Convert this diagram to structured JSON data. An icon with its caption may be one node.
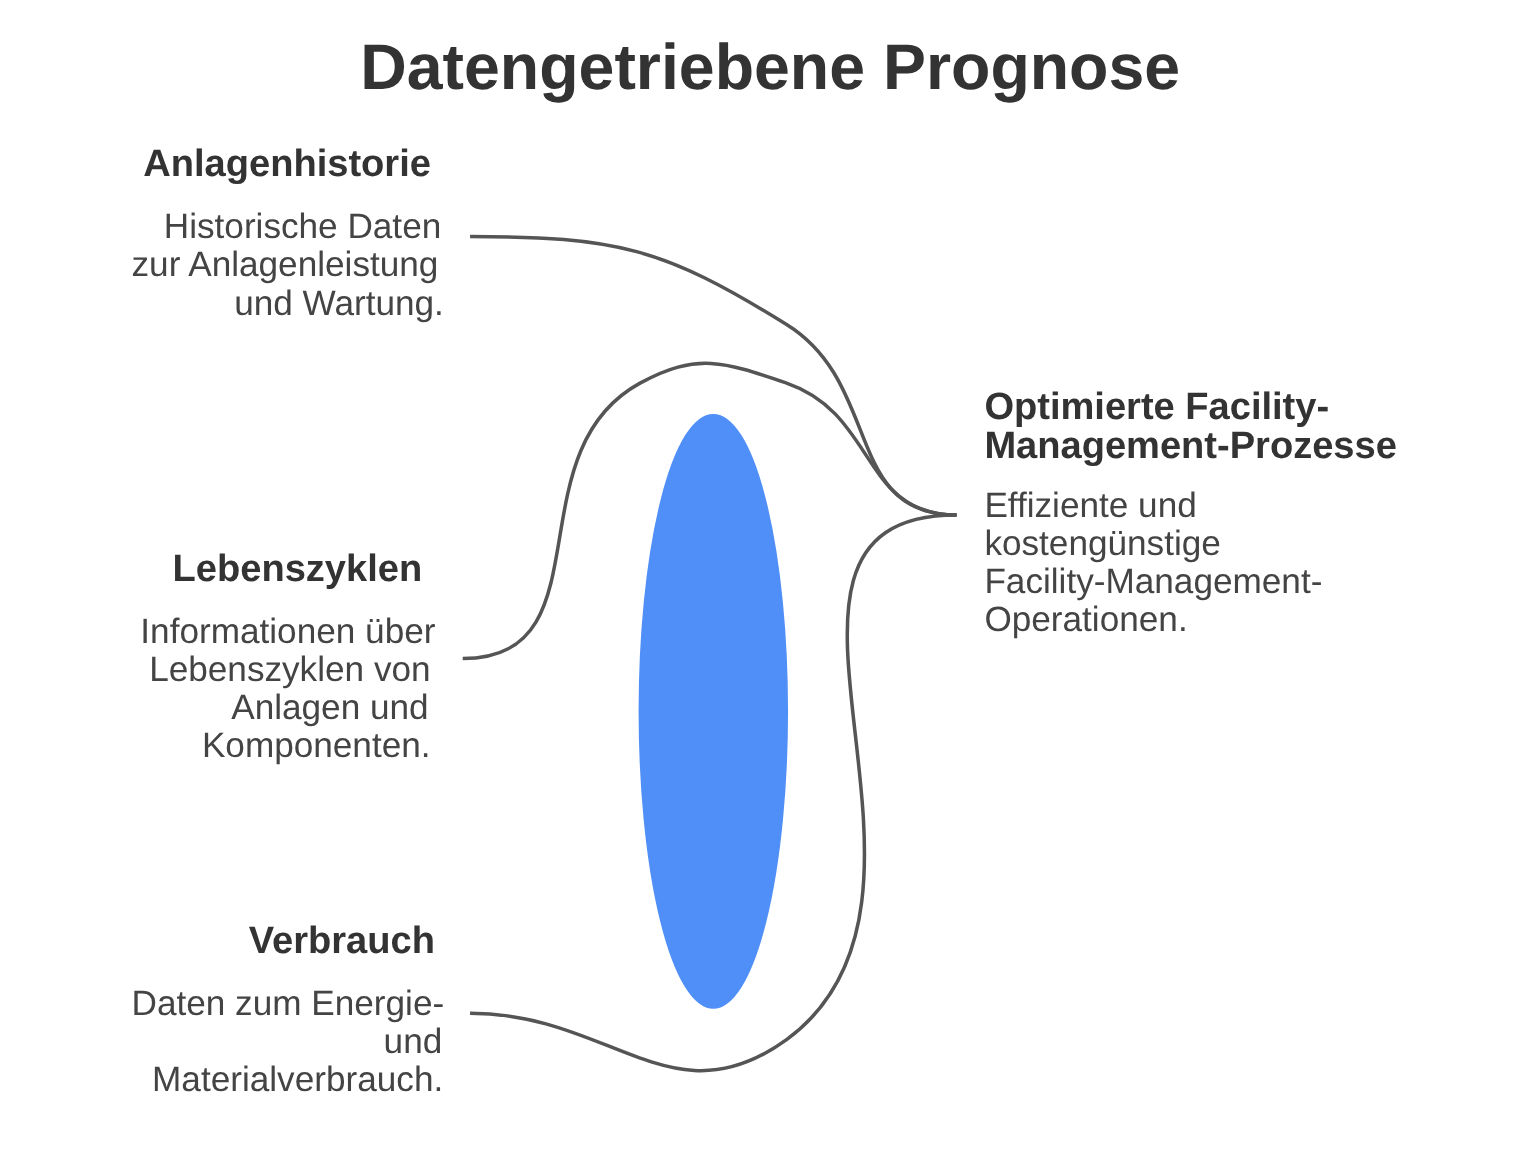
{
  "diagram": {
    "title": "Datengetriebene Prognose",
    "nodes": [
      {
        "text": [
          "Anlagenhistorie",
          "Historische Daten zur Anlagenleistung und Wartung."
        ]
      },
      {
        "text": [
          "Lebenszyklen",
          "Informationen über Lebenszyklen von Anlagen und Komponenten."
        ]
      },
      {
        "text": [
          "Verbrauch",
          "Daten zum Energie- und Materialverbrauch."
        ]
      },
      {
        "text": [],
        "shape": "ellipse"
      },
      {
        "text": [
          "Optimierte Facility-Management-Prozesse",
          "Effiziente und kostengünstige Facility-Management-Operationen."
        ]
      }
    ],
    "edges": [
      {
        "from": 0,
        "to": 4,
        "arrow": "none"
      },
      {
        "from": 1,
        "to": 4,
        "arrow": "none"
      },
      {
        "from": 2,
        "to": 4,
        "arrow": "none"
      }
    ]
  }
}
